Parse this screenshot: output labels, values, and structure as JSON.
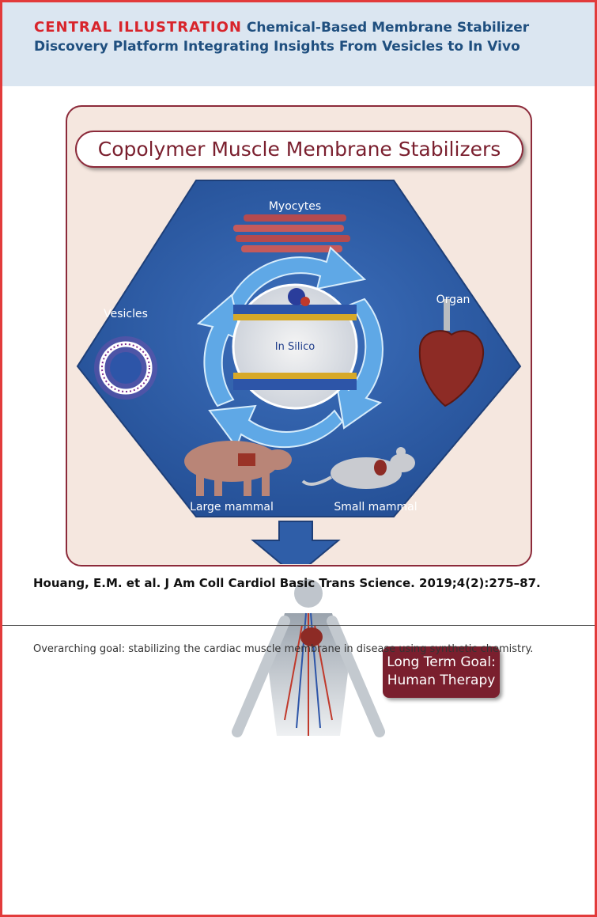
{
  "header": {
    "label": "CENTRAL ILLUSTRATION",
    "title": "Chemical-Based Membrane Stabilizer Discovery Platform Integrating Insights From Vesicles to In Vivo"
  },
  "figure": {
    "title": "Copolymer Muscle Membrane Stabilizers",
    "labels": {
      "myocytes": "Myocytes",
      "vesicles": "Vesicles",
      "organ": "Organ",
      "in_silico": "In Silico",
      "large_mammal": "Large mammal",
      "small_mammal": "Small mammal"
    },
    "goal": {
      "line1": "Long Term Goal:",
      "line2": "Human Therapy"
    },
    "colors": {
      "hexagon": "#2f5ea8",
      "panel": "#f5e7df",
      "border": "#8c2a3a",
      "goal_box": "#7a1f2e",
      "arrows": "#5fa8e6"
    }
  },
  "citation": "Houang, E.M. et al. J Am Coll Cardiol Basic Trans Science. 2019;4(2):275–87.",
  "caption": "Overarching goal: stabilizing the cardiac muscle membrane in disease using synthetic chemistry."
}
